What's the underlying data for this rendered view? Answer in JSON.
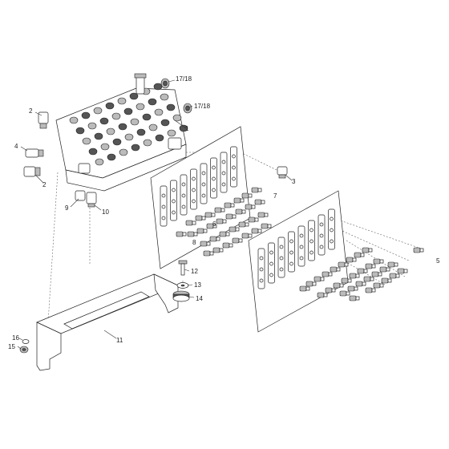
{
  "callouts": {
    "c1": "1",
    "c2a": "2",
    "c2b": "2",
    "c3": "3",
    "c4": "4",
    "c5": "5",
    "c6": "6",
    "c7": "7",
    "c8": "8",
    "c9": "9",
    "c10": "10",
    "c11": "11",
    "c12": "12",
    "c13": "13",
    "c14": "14",
    "c15": "15",
    "c16": "16",
    "c17a": "17/18",
    "c17b": "17/18"
  }
}
